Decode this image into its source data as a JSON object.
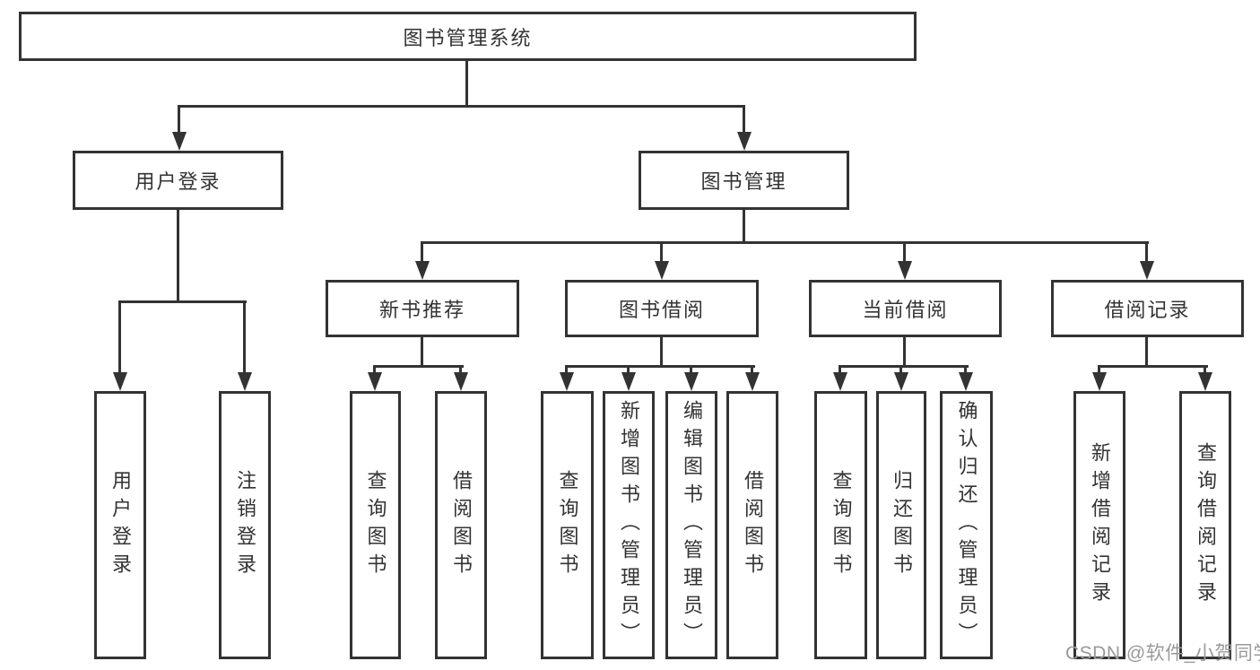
{
  "diagram": {
    "type": "hierarchy-diagram",
    "colors": {
      "line": "#333333",
      "text": "#333333",
      "box_background": "#ffffff",
      "page_background": "#ffffff",
      "watermark": "#9a9a9a"
    },
    "tree": {
      "root": {
        "label": "图书管理系统",
        "children": [
          {
            "label": "用户登录",
            "children": [
              {
                "label": "用户登录"
              },
              {
                "label": "注销登录"
              }
            ]
          },
          {
            "label": "图书管理",
            "children": [
              {
                "label": "新书推荐",
                "children": [
                  {
                    "label": "查询图书"
                  },
                  {
                    "label": "借阅图书"
                  }
                ]
              },
              {
                "label": "图书借阅",
                "children": [
                  {
                    "label": "查询图书"
                  },
                  {
                    "label": "新增图书（管理员）"
                  },
                  {
                    "label": "编辑图书（管理员）"
                  },
                  {
                    "label": "借阅图书"
                  }
                ]
              },
              {
                "label": "当前借阅",
                "children": [
                  {
                    "label": "查询图书"
                  },
                  {
                    "label": "归还图书"
                  },
                  {
                    "label": "确认归还（管理员）"
                  }
                ]
              },
              {
                "label": "借阅记录",
                "children": [
                  {
                    "label": "新增借阅记录"
                  },
                  {
                    "label": "查询借阅记录"
                  }
                ]
              }
            ]
          }
        ]
      }
    }
  },
  "watermark": {
    "text": "CSDN @软件_小贺同学"
  }
}
